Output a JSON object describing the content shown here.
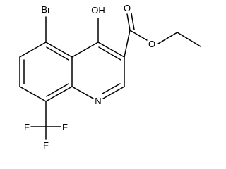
{
  "structure": {
    "atom_labels": {
      "br": "Br",
      "oh": "OH",
      "o_carbonyl": "O",
      "o_ester": "O",
      "n": "N",
      "f1": "F",
      "f2": "F",
      "f3": "F"
    },
    "colors": {
      "bond": "#000000",
      "text": "#000000",
      "background": "#ffffff"
    }
  }
}
